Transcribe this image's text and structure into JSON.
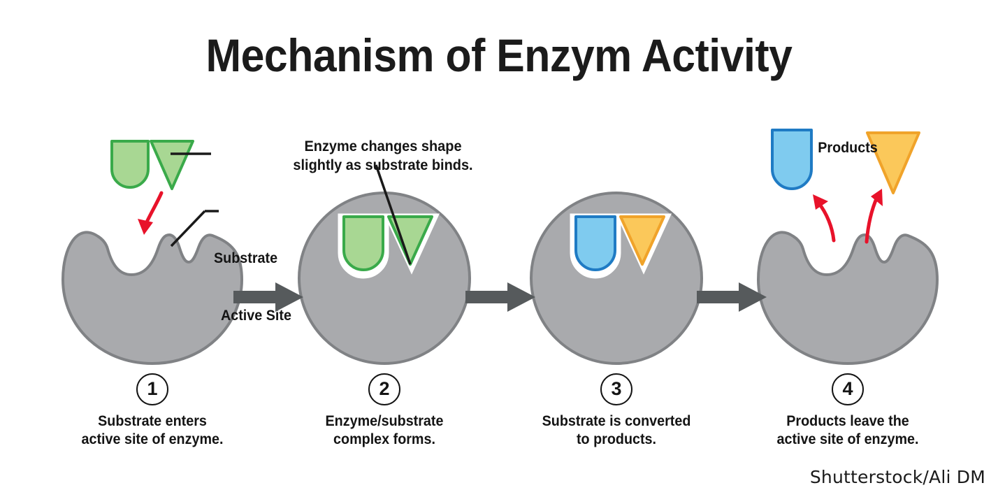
{
  "title": "Mechanism of Enzym Activity",
  "credit": "Shutterstock/Ali DM",
  "labels": {
    "substrate": "Substrate",
    "active_site": "Active Site",
    "products": "Products",
    "annotation_line1": "Enzyme changes shape",
    "annotation_line2": "slightly as substrate binds."
  },
  "colors": {
    "enzyme_fill": "#a9aaad",
    "enzyme_stroke": "#808285",
    "substrate_fill": "#a8d793",
    "substrate_stroke": "#3aaa4a",
    "product_blue_fill": "#7fcbef",
    "product_blue_stroke": "#1f7bc4",
    "product_orange_fill": "#fbc85a",
    "product_orange_stroke": "#f0a32a",
    "motion_arrow": "#e8122a",
    "transition_arrow": "#565a5c",
    "text": "#141414"
  },
  "steps": [
    {
      "number": "1",
      "caption_line1": "Substrate enters",
      "caption_line2": "active site of enzyme."
    },
    {
      "number": "2",
      "caption_line1": "Enzyme/substrate",
      "caption_line2": "complex forms."
    },
    {
      "number": "3",
      "caption_line1": "Substrate is converted",
      "caption_line2": "to products."
    },
    {
      "number": "4",
      "caption_line1": "Products leave the",
      "caption_line2": "active site of enzyme."
    }
  ]
}
